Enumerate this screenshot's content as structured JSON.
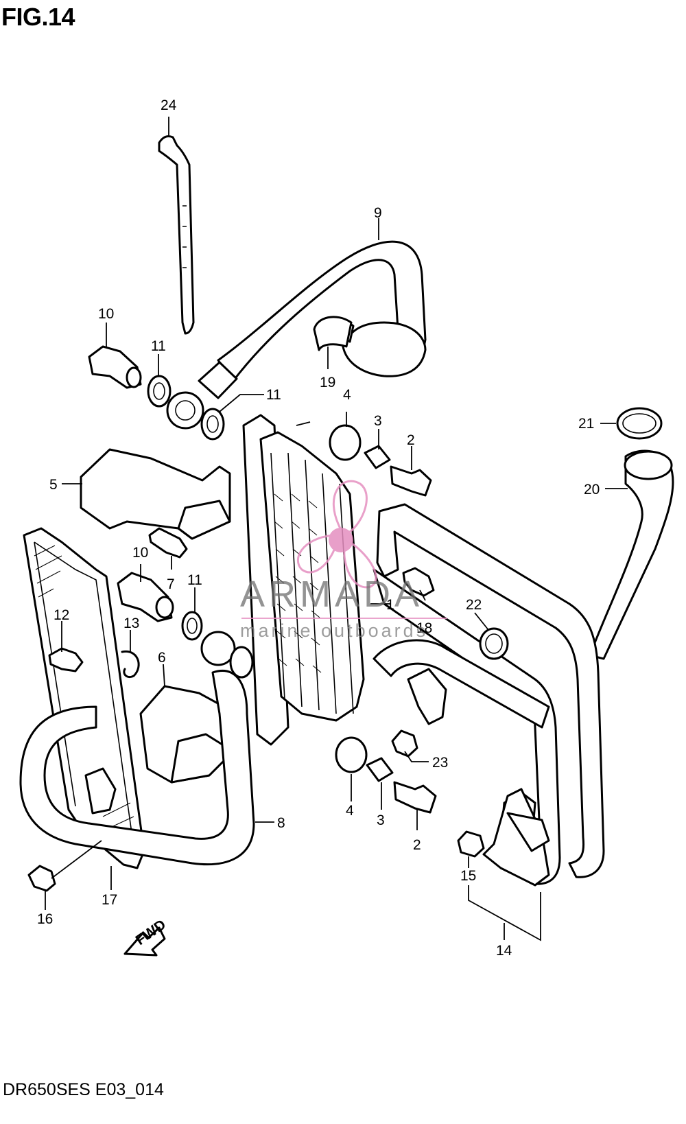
{
  "figure_title": "FIG.14",
  "document_code": "DR650SES E03_014",
  "watermark": {
    "name": "ARMADA",
    "tagline": "marine outboards",
    "accent_color": "#e58fc0"
  },
  "callouts": [
    "24",
    "9",
    "10",
    "11",
    "11",
    "19",
    "4",
    "3",
    "2",
    "21",
    "20",
    "5",
    "10",
    "7",
    "11",
    "12",
    "13",
    "1",
    "18",
    "22",
    "6",
    "23",
    "4",
    "3",
    "2",
    "8",
    "17",
    "16",
    "15",
    "14"
  ],
  "fwd_label": "FWD"
}
